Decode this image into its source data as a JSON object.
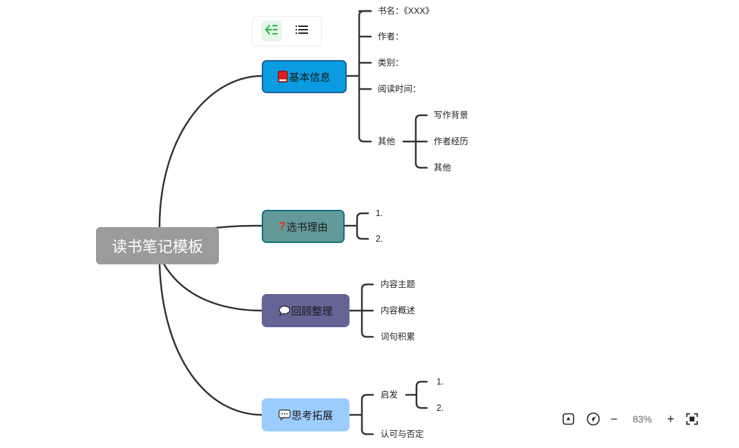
{
  "mindmap": {
    "root": {
      "label": "读书笔记模板",
      "color": "#9b9b9b"
    },
    "branches": [
      {
        "label": "基本信息",
        "icon": "red-book-icon",
        "color": "#0a9be0",
        "border": "#1f5f9a",
        "children": [
          {
            "label": "书名：《XXX》"
          },
          {
            "label": "作者："
          },
          {
            "label": "类别："
          },
          {
            "label": "阅读时间："
          },
          {
            "label": "其他",
            "children": [
              {
                "label": "写作背景"
              },
              {
                "label": "作者经历"
              },
              {
                "label": "其他"
              }
            ]
          }
        ]
      },
      {
        "label": "选书理由",
        "icon": "question-mark-icon",
        "color": "#64999a",
        "border": "#0e6f79",
        "children": [
          {
            "label": "1."
          },
          {
            "label": "2."
          }
        ]
      },
      {
        "label": "回顾整理",
        "icon": "speech-bubble-icon",
        "color": "#646496",
        "border": "#646496",
        "children": [
          {
            "label": "内容主题"
          },
          {
            "label": "内容概述"
          },
          {
            "label": "词句积累"
          }
        ]
      },
      {
        "label": "思考拓展",
        "icon": "chat-dots-icon",
        "color": "#9dcdff",
        "border": "#9dcdff",
        "children": [
          {
            "label": "启发",
            "children": [
              {
                "label": "1."
              },
              {
                "label": "2."
              }
            ]
          },
          {
            "label": "认可与否定"
          }
        ]
      }
    ]
  },
  "toolbar": {
    "mindmap_view": "mindmap-view-icon",
    "outline_view": "outline-view-icon",
    "accent": "#20b83f"
  },
  "zoom": {
    "level": "83%",
    "minus": "−",
    "plus": "+"
  }
}
